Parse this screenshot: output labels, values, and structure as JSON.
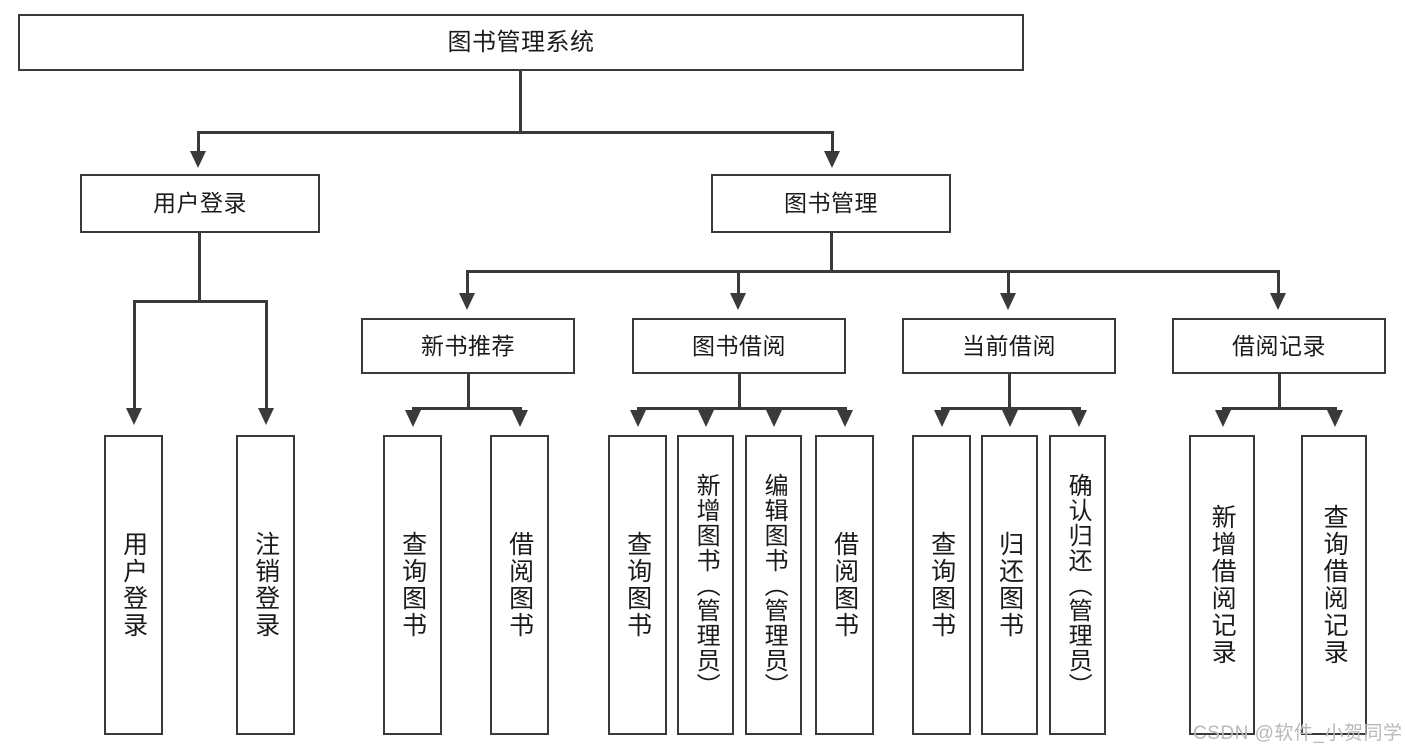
{
  "diagram": {
    "type": "tree-hierarchy-diagram",
    "title": "图书管理系统",
    "root": {
      "label": "图书管理系统"
    },
    "level1": [
      {
        "label": "用户登录"
      },
      {
        "label": "图书管理"
      }
    ],
    "level2": [
      {
        "label": "新书推荐"
      },
      {
        "label": "图书借阅"
      },
      {
        "label": "当前借阅"
      },
      {
        "label": "借阅记录"
      }
    ],
    "leaves": {
      "user_login": [
        {
          "label": "用户登录"
        },
        {
          "label": "注销登录"
        }
      ],
      "new_book_recommend": [
        {
          "label": "查询图书"
        },
        {
          "label": "借阅图书"
        }
      ],
      "book_borrow": [
        {
          "label": "查询图书"
        },
        {
          "label": "新增图书（管理员）"
        },
        {
          "label": "编辑图书（管理员）"
        },
        {
          "label": "借阅图书"
        }
      ],
      "current_borrow": [
        {
          "label": "查询图书"
        },
        {
          "label": "归还图书"
        },
        {
          "label": "确认归还（管理员）"
        }
      ],
      "borrow_record": [
        {
          "label": "新增借阅记录"
        },
        {
          "label": "查询借阅记录"
        }
      ]
    }
  },
  "watermark": {
    "text": "CSDN @软件_小贺同学"
  },
  "colors": {
    "stroke": "#3a3a3a",
    "text": "#1b1b1b",
    "background": "#ffffff",
    "watermark": "#b9b9b9"
  }
}
